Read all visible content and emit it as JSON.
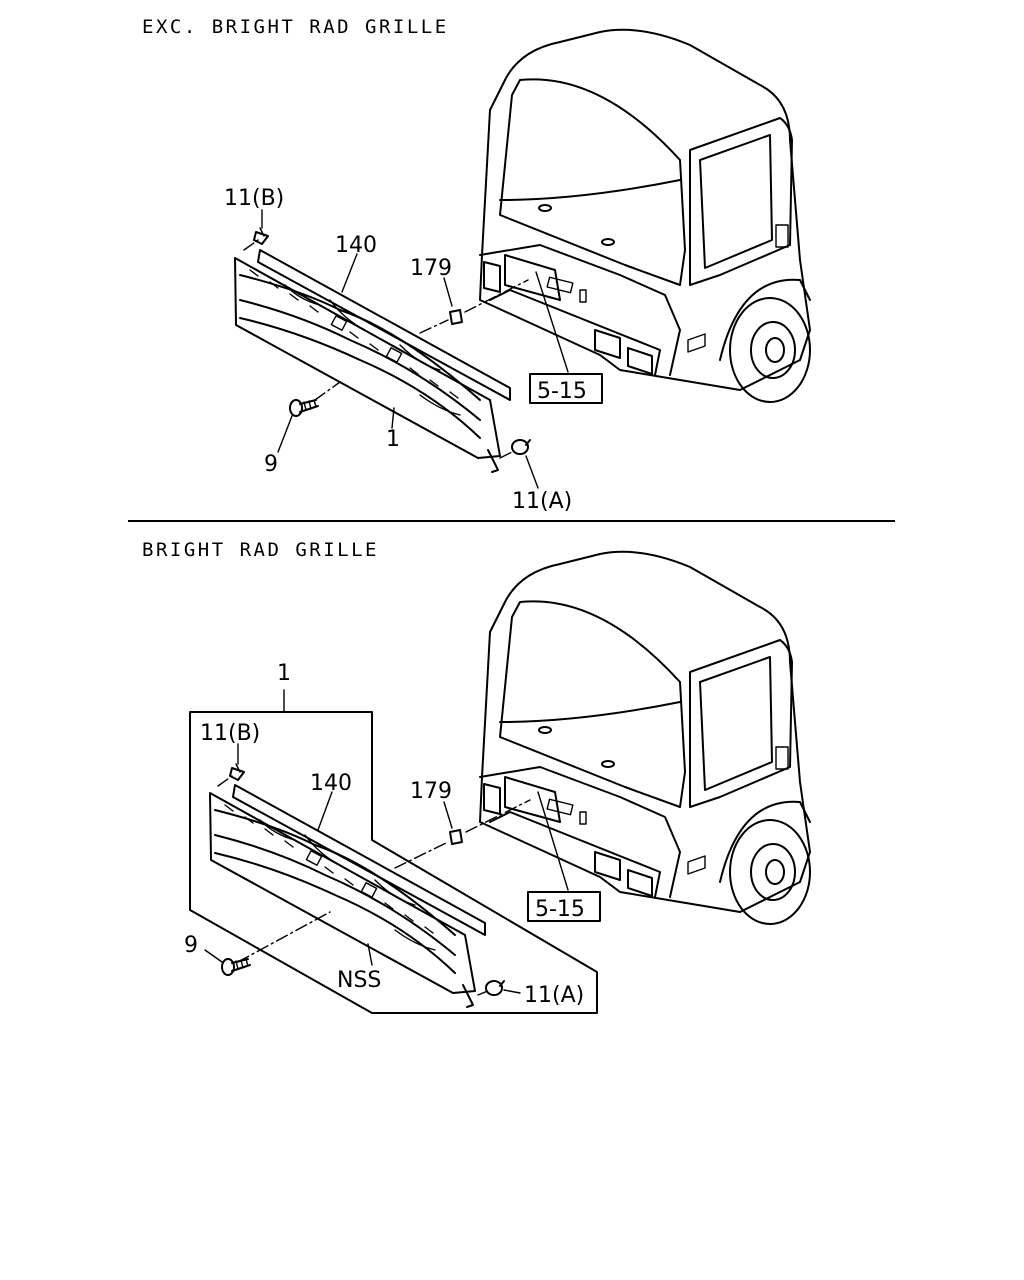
{
  "sections": [
    {
      "title": "EXC. BRIGHT RAD GRILLE",
      "callouts": {
        "clip_b": "11(B)",
        "grille_bar": "140",
        "nut": "179",
        "ref_box": "5-15",
        "screw": "9",
        "grille": "1",
        "clip_a": "11(A)"
      }
    },
    {
      "title": "BRIGHT RAD GRILLE",
      "callouts": {
        "assembly": "1",
        "clip_b": "11(B)",
        "grille_bar": "140",
        "nut": "179",
        "ref_box": "5-15",
        "screw": "9",
        "nss": "NSS",
        "clip_a": "11(A)"
      }
    }
  ]
}
